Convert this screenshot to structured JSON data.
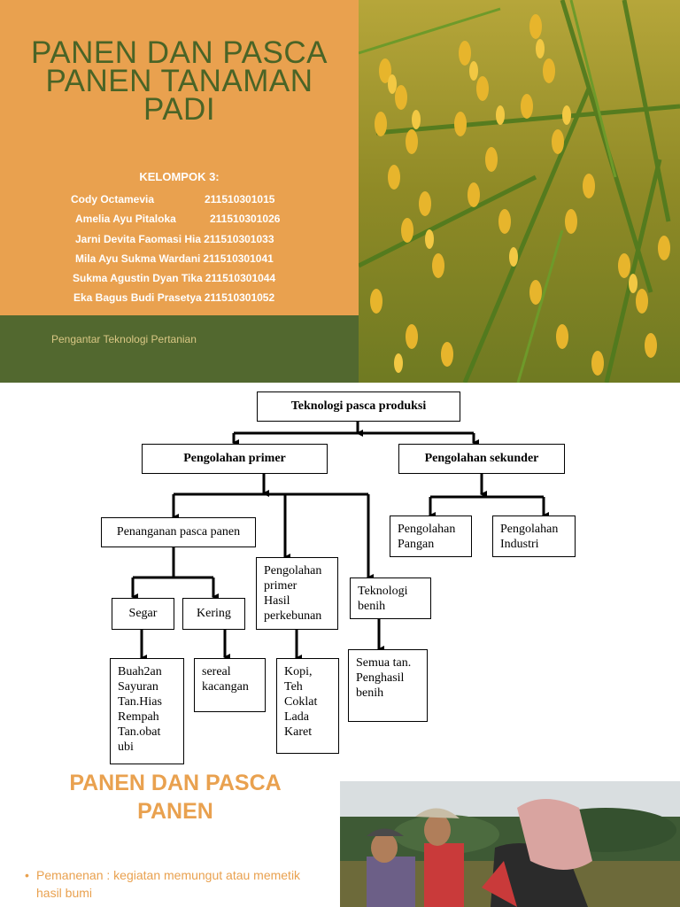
{
  "slide1": {
    "title": "PANEN DAN PASCA\nPANEN TANAMAN\nPADI",
    "group_label": "KELOMPOK 3:",
    "members": [
      {
        "name": "Cody Octamevia",
        "nim": "211510301015"
      },
      {
        "name": "Amelia Ayu Pitaloka",
        "nim": "211510301026"
      },
      {
        "name": "Jarni Devita Faomasi Hia",
        "nim": "211510301033"
      },
      {
        "name": "Mila Ayu Sukma Wardani",
        "nim": "211510301041"
      },
      {
        "name": "Sukma Agustin Dyan Tika",
        "nim": "211510301044"
      },
      {
        "name": "Eka Bagus Budi Prasetya",
        "nim": "211510301052"
      }
    ],
    "course": "Pengantar Teknologi Pertanian",
    "colors": {
      "panel": "#E9A14F",
      "band": "#52682F",
      "title": "#4A6426"
    }
  },
  "diagram": {
    "root": "Teknologi pasca produksi",
    "primary": "Pengolahan primer",
    "secondary": "Pengolahan sekunder",
    "post_harvest": "Penanganan pasca panen",
    "plantation": "Pengolahan\nprimer\nHasil\nperkebunan",
    "seed_tech": "Teknologi\nbenih",
    "fresh": "Segar",
    "dry": "Kering",
    "fresh_items": "Buah2an\nSayuran\nTan.Hias\nRempah\nTan.obat\nubi",
    "dry_items": "sereal\nkacangan",
    "plantation_items": "Kopi,\nTeh\nCoklat\nLada\nKaret",
    "seed_items": "Semua tan.\nPenghasil\nbenih",
    "food": "Pengolahan\nPangan",
    "industry": "Pengolahan\nIndustri"
  },
  "slide3": {
    "title": "PANEN DAN PASCA\nPANEN",
    "bullets": [
      "Pemanenan : kegiatan memungut atau memetik hasil bumi"
    ],
    "accent": "#E9A14F"
  }
}
